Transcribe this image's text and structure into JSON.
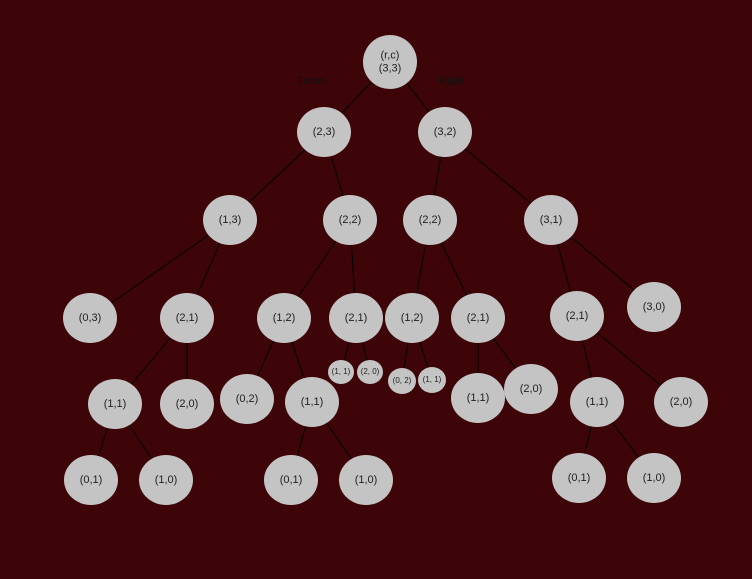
{
  "tree": {
    "edge_labels": {
      "down": "Down",
      "right": "Right"
    },
    "nodes": [
      {
        "id": "n0",
        "lines": [
          "(r,c)",
          "(3,3)"
        ]
      },
      {
        "id": "n1",
        "lines": [
          "(2,3)"
        ]
      },
      {
        "id": "n2",
        "lines": [
          "(3,2)"
        ]
      },
      {
        "id": "n3",
        "lines": [
          "(1,3)"
        ]
      },
      {
        "id": "n4",
        "lines": [
          "(2,2)"
        ]
      },
      {
        "id": "n5",
        "lines": [
          "(2,2)"
        ]
      },
      {
        "id": "n6",
        "lines": [
          "(3,1)"
        ]
      },
      {
        "id": "n7",
        "lines": [
          "(0,3)"
        ]
      },
      {
        "id": "n8",
        "lines": [
          "(2,1)"
        ]
      },
      {
        "id": "n9",
        "lines": [
          "(1,2)"
        ]
      },
      {
        "id": "n10",
        "lines": [
          "(2,1)"
        ]
      },
      {
        "id": "n11",
        "lines": [
          "(1,2)"
        ]
      },
      {
        "id": "n12",
        "lines": [
          "(2,1)"
        ]
      },
      {
        "id": "n13",
        "lines": [
          "(2,1)"
        ]
      },
      {
        "id": "n14",
        "lines": [
          "(3,0)"
        ]
      },
      {
        "id": "n15",
        "lines": [
          "(1,1)"
        ]
      },
      {
        "id": "n16",
        "lines": [
          "(2,0)"
        ]
      },
      {
        "id": "n17",
        "lines": [
          "(0,2)"
        ]
      },
      {
        "id": "n18",
        "lines": [
          "(1,1)"
        ]
      },
      {
        "id": "n19",
        "lines": [
          "(1, 1)"
        ]
      },
      {
        "id": "n20",
        "lines": [
          "(2, 0)"
        ]
      },
      {
        "id": "n21",
        "lines": [
          "(0, 2)"
        ]
      },
      {
        "id": "n22",
        "lines": [
          "(1, 1)"
        ]
      },
      {
        "id": "n23",
        "lines": [
          "(1,1)"
        ]
      },
      {
        "id": "n24",
        "lines": [
          "(2,0)"
        ]
      },
      {
        "id": "n25",
        "lines": [
          "(1,1)"
        ]
      },
      {
        "id": "n26",
        "lines": [
          "(2,0)"
        ]
      },
      {
        "id": "n27",
        "lines": [
          "(0,1)"
        ]
      },
      {
        "id": "n28",
        "lines": [
          "(1,0)"
        ]
      },
      {
        "id": "n29",
        "lines": [
          "(0,1)"
        ]
      },
      {
        "id": "n30",
        "lines": [
          "(1,0)"
        ]
      },
      {
        "id": "n31",
        "lines": [
          "(0,1)"
        ]
      },
      {
        "id": "n32",
        "lines": [
          "(1,0)"
        ]
      }
    ],
    "edges": [
      [
        "n0",
        "n1"
      ],
      [
        "n0",
        "n2"
      ],
      [
        "n1",
        "n3"
      ],
      [
        "n1",
        "n4"
      ],
      [
        "n2",
        "n5"
      ],
      [
        "n2",
        "n6"
      ],
      [
        "n3",
        "n7"
      ],
      [
        "n3",
        "n8"
      ],
      [
        "n4",
        "n9"
      ],
      [
        "n4",
        "n10"
      ],
      [
        "n5",
        "n11"
      ],
      [
        "n5",
        "n12"
      ],
      [
        "n6",
        "n13"
      ],
      [
        "n6",
        "n14"
      ],
      [
        "n8",
        "n15"
      ],
      [
        "n8",
        "n16"
      ],
      [
        "n9",
        "n17"
      ],
      [
        "n9",
        "n18"
      ],
      [
        "n10",
        "n19"
      ],
      [
        "n10",
        "n20"
      ],
      [
        "n11",
        "n21"
      ],
      [
        "n11",
        "n22"
      ],
      [
        "n12",
        "n23"
      ],
      [
        "n12",
        "n24"
      ],
      [
        "n13",
        "n25"
      ],
      [
        "n13",
        "n26"
      ],
      [
        "n15",
        "n27"
      ],
      [
        "n15",
        "n28"
      ],
      [
        "n18",
        "n29"
      ],
      [
        "n18",
        "n30"
      ],
      [
        "n25",
        "n31"
      ],
      [
        "n25",
        "n32"
      ]
    ],
    "colors": {
      "background": "#3d0508",
      "node_fill": "#c4c4c4",
      "edge": "#000000",
      "text": "#222222"
    }
  }
}
